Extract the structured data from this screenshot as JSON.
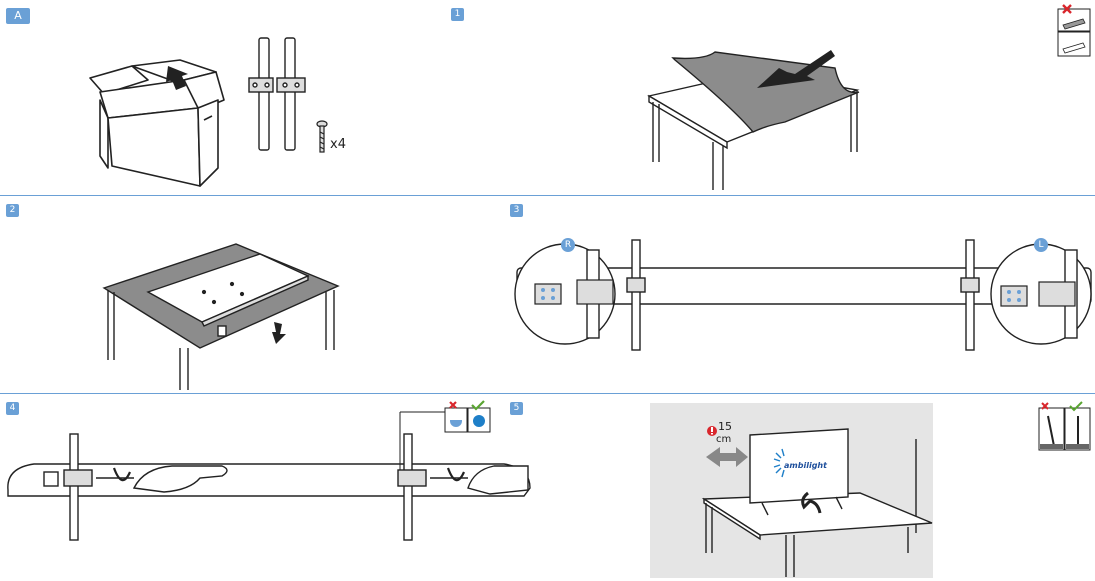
{
  "steps": {
    "a": "A",
    "s1": "1",
    "s2": "2",
    "s3": "3",
    "s4": "4",
    "s5": "5"
  },
  "panel_a": {
    "screw_count": "x4"
  },
  "panel_3": {
    "right_label": "R",
    "left_label": "L"
  },
  "panel_5": {
    "distance_value": "15",
    "distance_unit": "cm",
    "logo_text": "ambilight"
  },
  "colors": {
    "accent": "#6aa0d6",
    "cross": "#d9262c",
    "check": "#5aa532",
    "wall": "#e5e5e5",
    "cloth": "#8c8c8c"
  }
}
